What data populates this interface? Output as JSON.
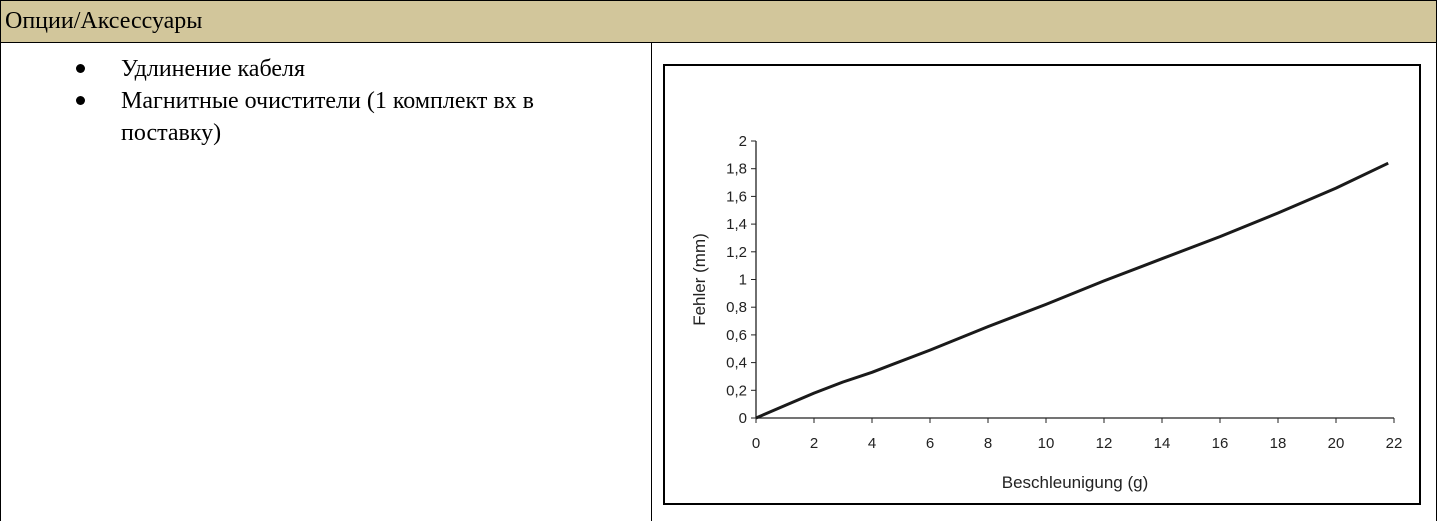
{
  "header": {
    "title": "Опции/Аксессуары"
  },
  "options": {
    "items": [
      "Удлинение кабеля",
      "Магнитные очистители (1 комплект вх в поставку)"
    ]
  },
  "chart_data": {
    "type": "line",
    "xlabel": "Beschleunigung (g)",
    "ylabel": "Fehler (mm)",
    "xlim": [
      0,
      22
    ],
    "ylim": [
      0,
      2
    ],
    "x_ticks": [
      "0",
      "2",
      "4",
      "6",
      "8",
      "10",
      "12",
      "14",
      "16",
      "18",
      "20",
      "22"
    ],
    "y_ticks": [
      "0",
      "0,2",
      "0,4",
      "0,6",
      "0,8",
      "1",
      "1,2",
      "1,4",
      "1,6",
      "1,8",
      "2"
    ],
    "grid": false,
    "series": [
      {
        "color": "#1a1a1a",
        "x": [
          0,
          1,
          2,
          3,
          4,
          6,
          8,
          10,
          12,
          14,
          16,
          18,
          20,
          21.8
        ],
        "y": [
          0,
          0.09,
          0.18,
          0.26,
          0.33,
          0.49,
          0.66,
          0.82,
          0.99,
          1.15,
          1.31,
          1.48,
          1.66,
          1.84
        ]
      }
    ]
  }
}
